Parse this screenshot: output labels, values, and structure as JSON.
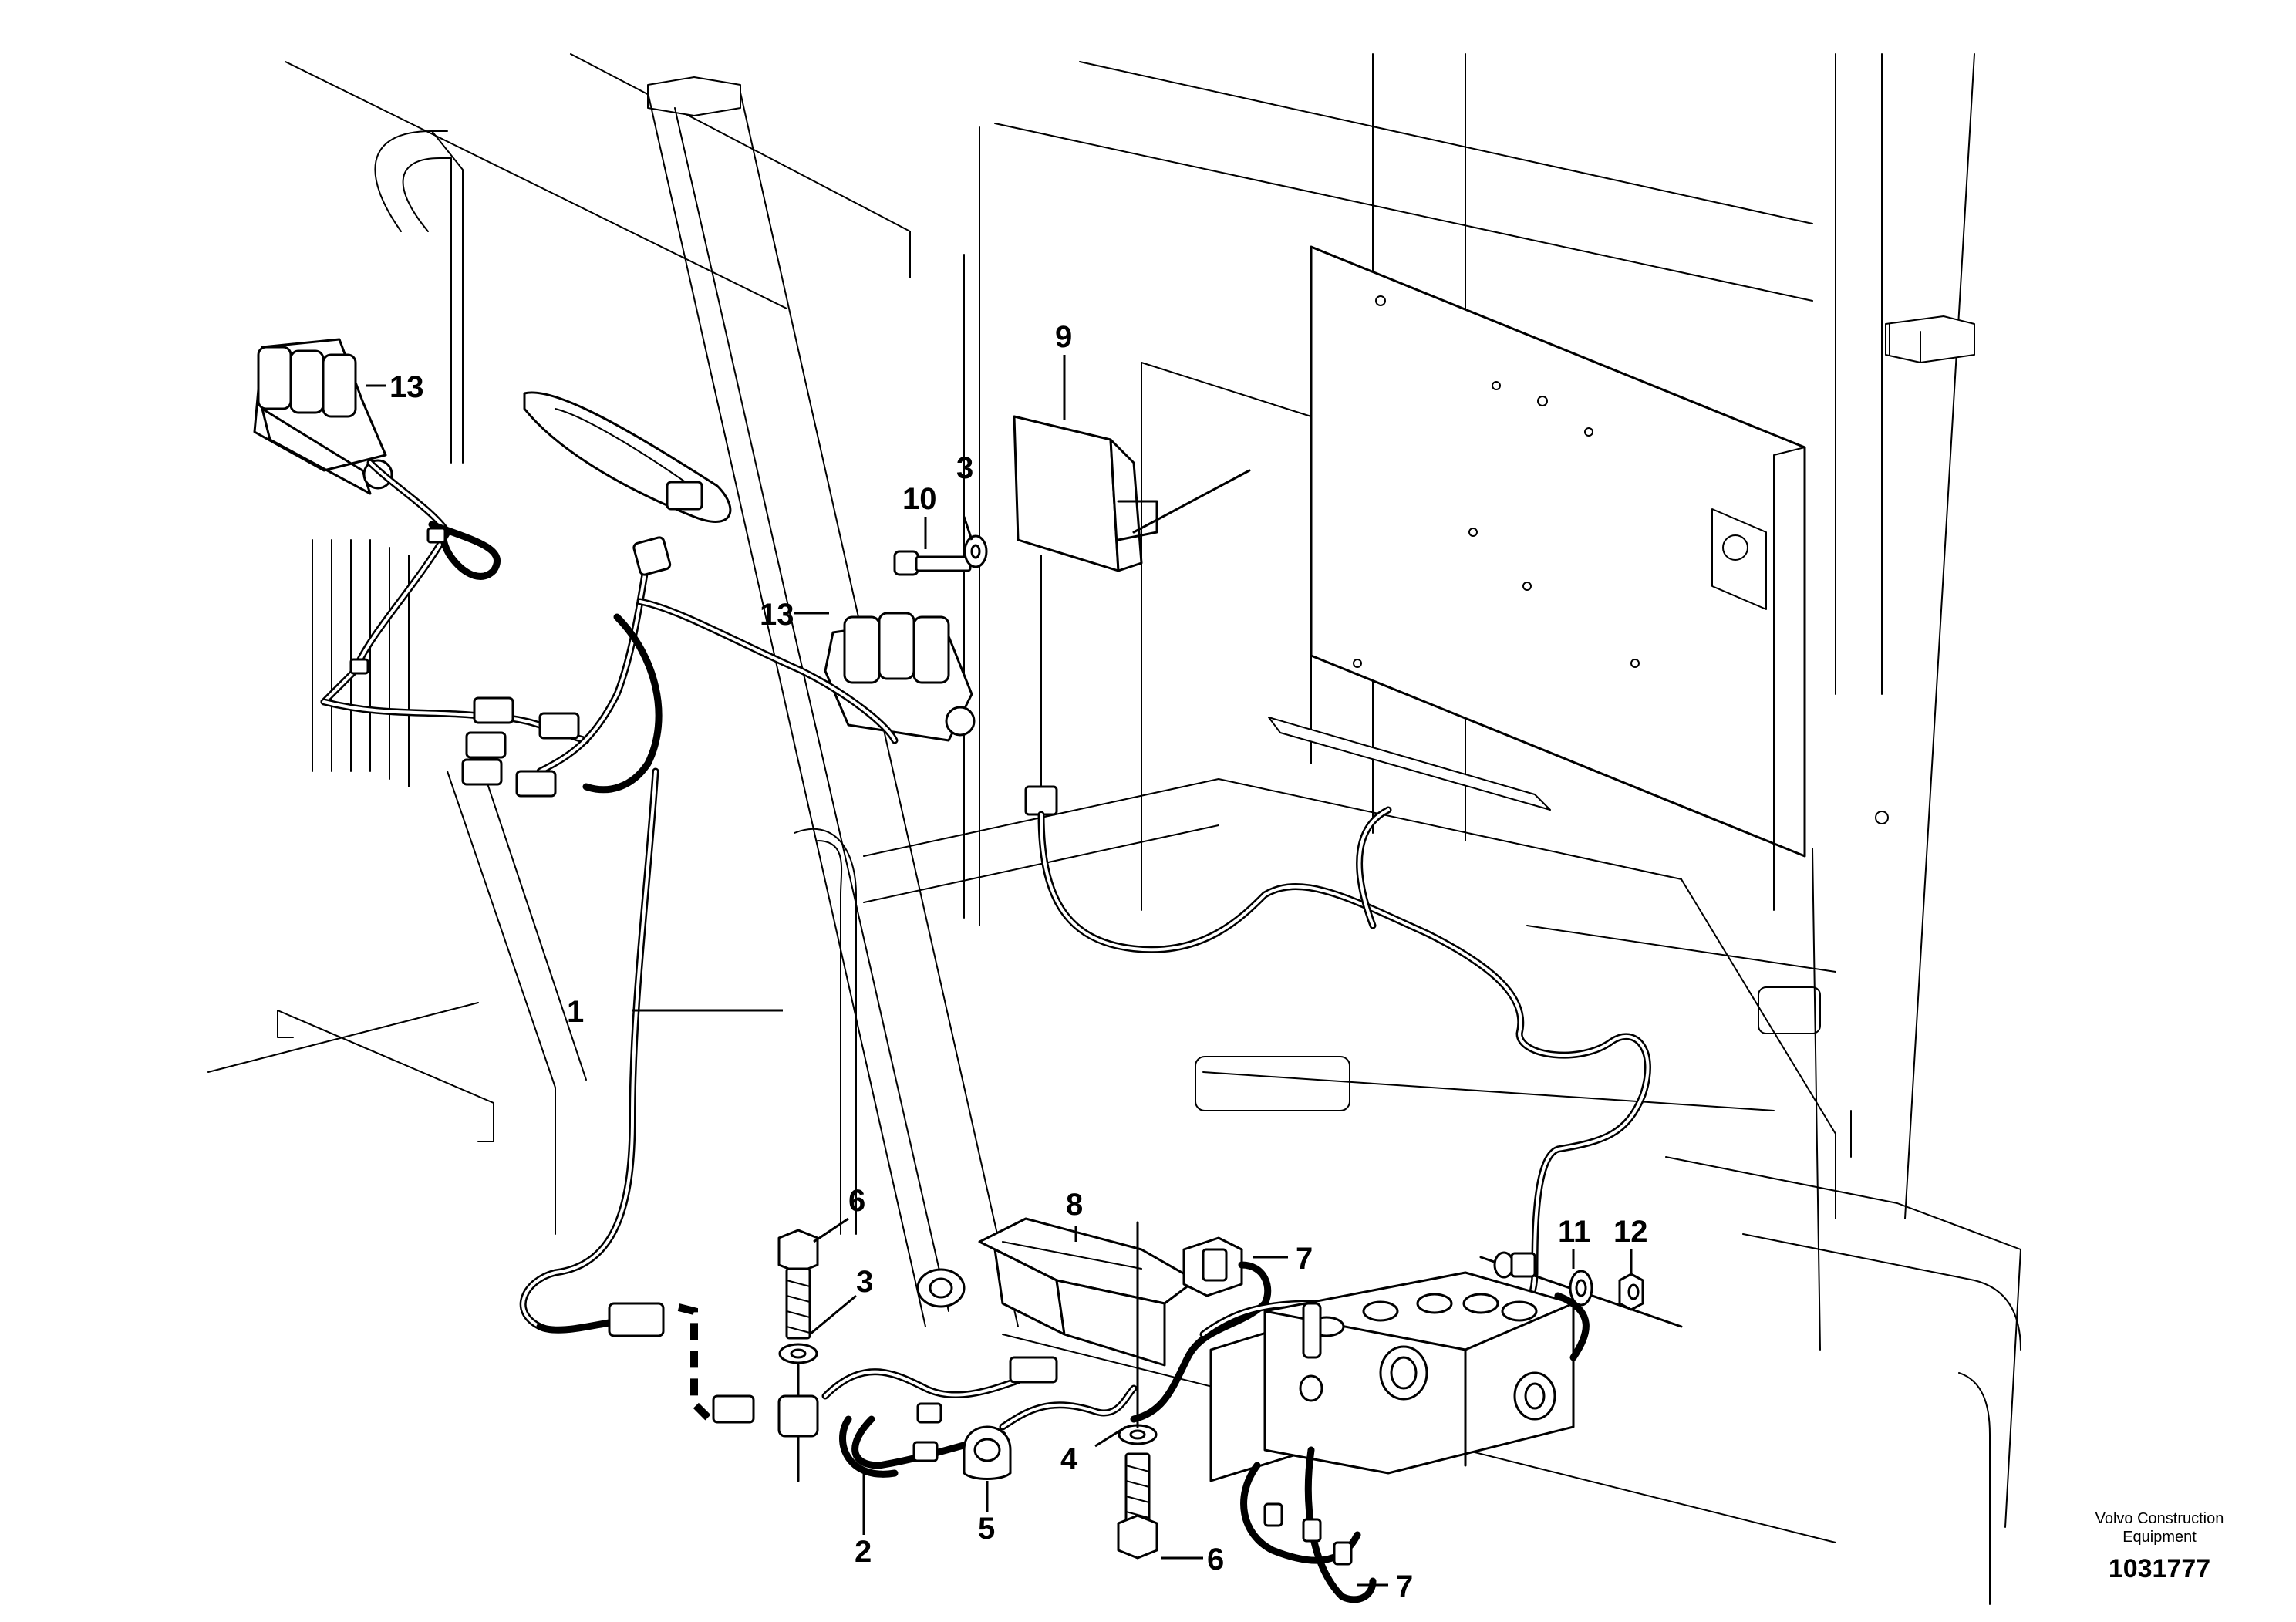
{
  "diagram": {
    "callouts": [
      {
        "id": "c1",
        "text": "1"
      },
      {
        "id": "c2",
        "text": "2"
      },
      {
        "id": "c3a",
        "text": "3"
      },
      {
        "id": "c3b",
        "text": "3"
      },
      {
        "id": "c4",
        "text": "4"
      },
      {
        "id": "c5",
        "text": "5"
      },
      {
        "id": "c6a",
        "text": "6"
      },
      {
        "id": "c6b",
        "text": "6"
      },
      {
        "id": "c7a",
        "text": "7"
      },
      {
        "id": "c7b",
        "text": "7"
      },
      {
        "id": "c8",
        "text": "8"
      },
      {
        "id": "c9",
        "text": "9"
      },
      {
        "id": "c10",
        "text": "10"
      },
      {
        "id": "c11",
        "text": "11"
      },
      {
        "id": "c12",
        "text": "12"
      },
      {
        "id": "c13a",
        "text": "13"
      },
      {
        "id": "c13b",
        "text": "13"
      }
    ]
  },
  "footer": {
    "brand_line1": "Volvo Construction",
    "brand_line2": "Equipment",
    "drawing_number": "1031777"
  }
}
